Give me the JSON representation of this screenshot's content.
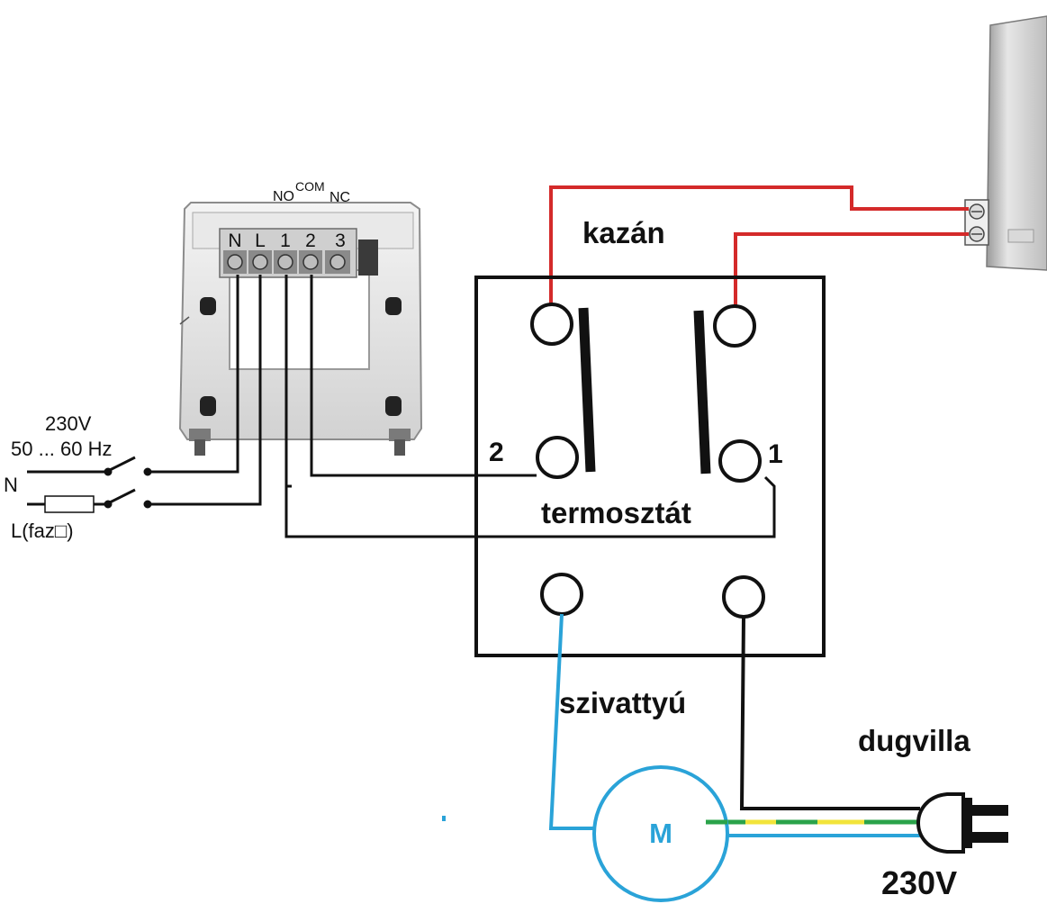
{
  "labels": {
    "kazan": "kazán",
    "termosztat": "termosztát",
    "szivattyu": "szivattyú",
    "dugvilla": "dugvilla",
    "plug_voltage": "230V",
    "motor": "M",
    "supply_voltage": "230V",
    "supply_freq": "50 ... 60 Hz",
    "neutral": "N",
    "live": "L(faz□)",
    "terminal_2": "2",
    "terminal_1": "1",
    "relay_no": "NO",
    "relay_com": "COM",
    "relay_nc": "NC"
  },
  "terminal_block": [
    "N",
    "L",
    "1",
    "2",
    "3"
  ],
  "colors": {
    "boiler_wire": "#d42a2a",
    "signal_wire": "#111111",
    "pump_wire": "#2aa3d8",
    "earth_green": "#2aa34a",
    "earth_yellow": "#f2e43a",
    "motor_ring": "#2aa3d8"
  }
}
